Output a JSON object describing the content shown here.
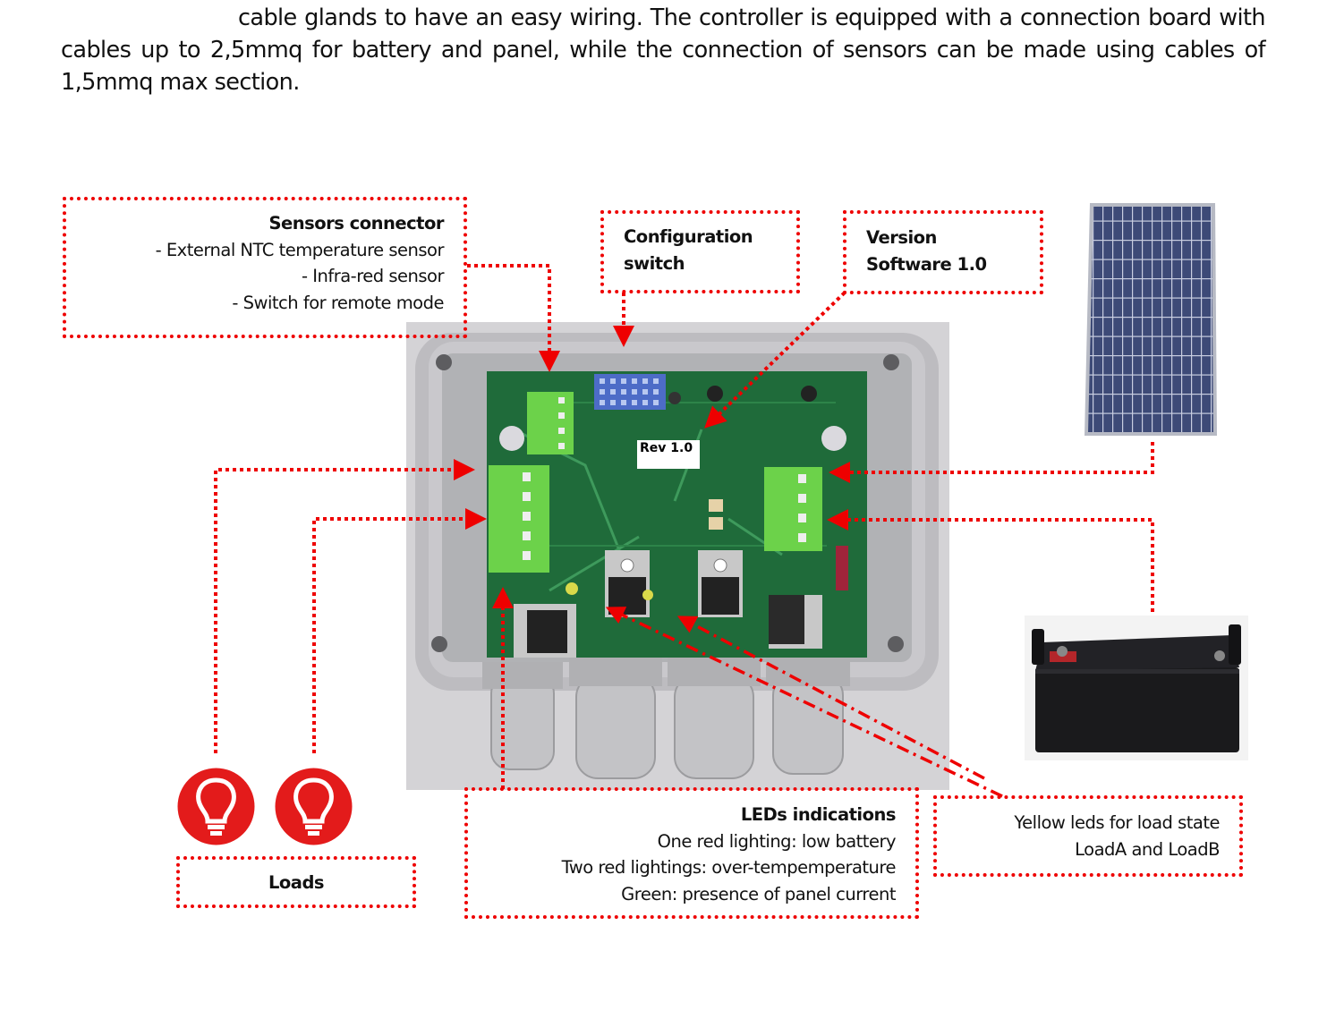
{
  "document": {
    "paragraph_lines": [
      "cable glands to have an easy wiring. The controller is equipped with a connection board with",
      "cables up to 2,5mmq for battery and panel, while the connection of sensors can be made using cables of",
      "1,5mmq max section."
    ]
  },
  "callouts": {
    "sensors": {
      "title": "Sensors connector",
      "items": [
        "- External NTC temperature sensor",
        "- Infra-red  sensor",
        "- Switch  for remote mode"
      ]
    },
    "config": {
      "line1": "Configuration",
      "line2": "switch"
    },
    "version": {
      "line1": "Version",
      "line2": "Software 1.0"
    },
    "loads": {
      "title": "Loads"
    },
    "leds": {
      "title": "LEDs  indications",
      "items": [
        "One red lighting: low battery",
        "Two red lightings: over-tempemperature",
        "Green: presence of panel current"
      ]
    },
    "yellow": {
      "line1": "Yellow leds for load state",
      "line2": "LoadA and LoadB"
    }
  },
  "board": {
    "rev_label": "Rev 1.0"
  },
  "icons": {
    "load_a": "lightbulb-icon",
    "load_b": "lightbulb-icon"
  },
  "colors": {
    "callout_red": "#ee0000",
    "bulb_red": "#e31b1b",
    "pcb_green": "#1f6b3a",
    "terminal_green": "#6cd24a"
  }
}
